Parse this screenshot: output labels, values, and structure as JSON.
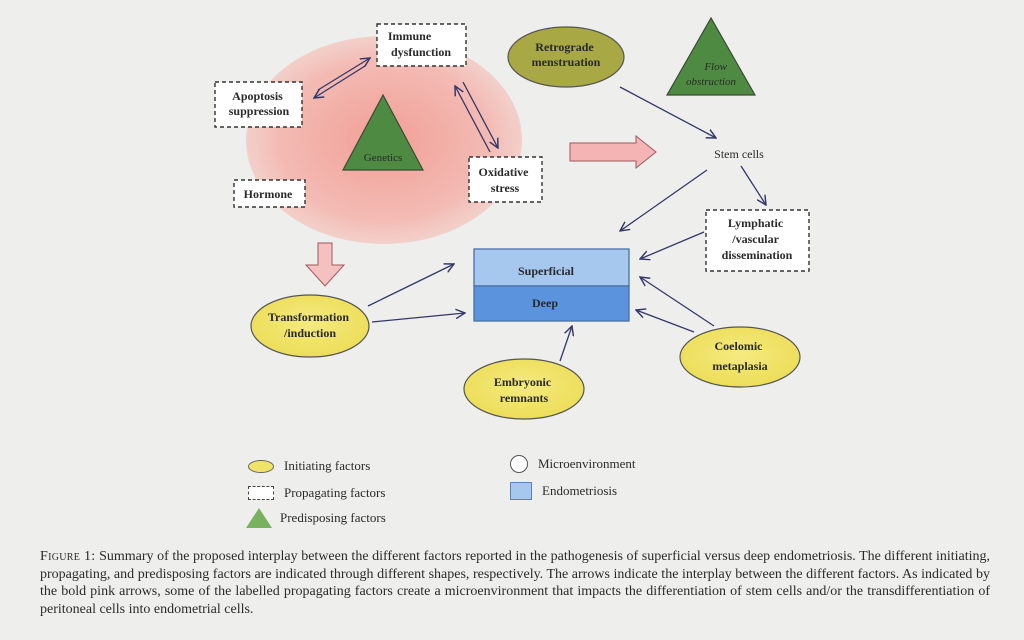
{
  "nodes": {
    "immune": "Immune dysfunction",
    "apoptosis": "Apoptosis suppression",
    "genetics": "Genetics",
    "hormone": "Hormone",
    "oxidative": "Oxidative stress",
    "retrograde": "Retrograde menstruation",
    "flow": "Flow obstruction",
    "stem": "Stem cells",
    "lymphatic": "Lymphatic /vascular dissemination",
    "superficial": "Superficial",
    "deep": "Deep",
    "transformation": "Transformation /induction",
    "coelomic": "Coelomic metaplasia",
    "embryonic": "Embryonic remnants"
  },
  "legend": {
    "initiating": "Initiating factors",
    "propagating": "Propagating factors",
    "predisposing": "Predisposing factors",
    "microenvironment": "Microenvironment",
    "endometriosis": "Endometriosis"
  },
  "caption": {
    "prefix": "Figure 1:",
    "text": "Summary of the proposed interplay between the different factors reported in the pathogenesis of superficial versus deep endometriosis. The different initiating, propagating, and predisposing factors are indicated through different shapes, respectively. The arrows indicate the interplay between the different factors. As indicated by the bold pink arrows, some of the labelled propagating factors create a microenvironment that impacts the differentiation of stem cells and/or the transdifferentiation of peritoneal cells into endometrial cells."
  },
  "colors": {
    "initiating_fill": "#f0e36a",
    "predisposing_fill": "#4f8a42",
    "microenvironment_fill": "#f2a8a0",
    "superficial_fill": "#a6c8ef",
    "deep_fill": "#5b93dd",
    "stem_text": "#d0406a",
    "bold_arrow_fill": "#f4b4b4"
  }
}
